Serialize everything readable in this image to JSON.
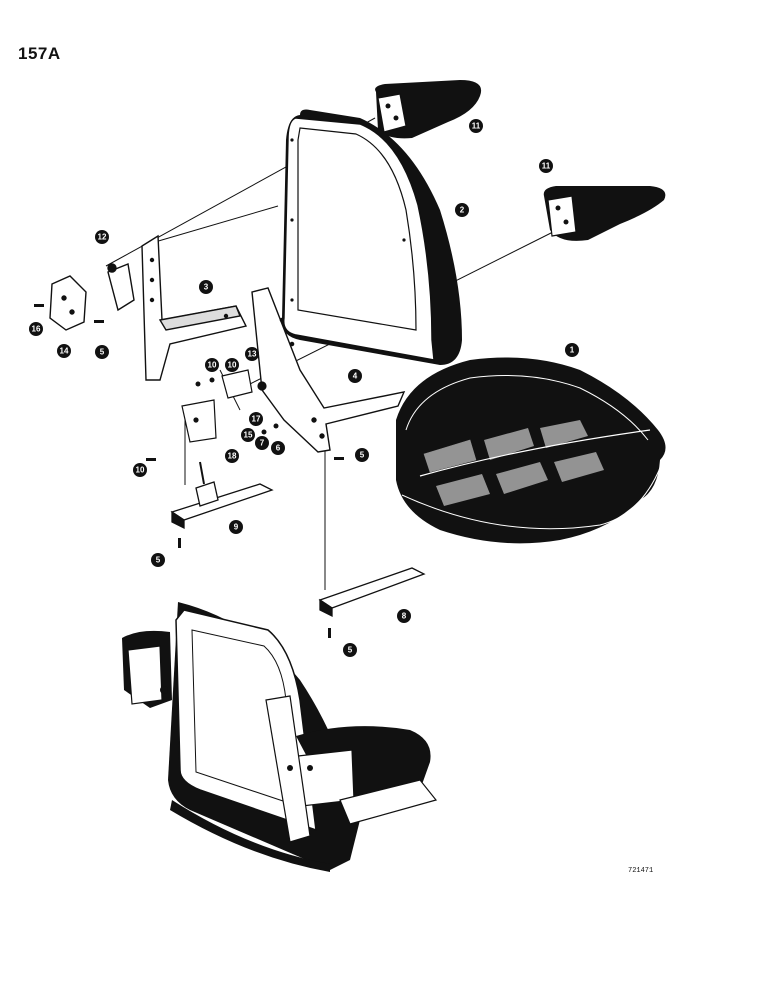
{
  "header": {
    "page_number": "157A"
  },
  "figure": {
    "figure_number": "721471"
  },
  "callouts": [
    {
      "label": "11"
    },
    {
      "label": "11"
    },
    {
      "label": "2"
    },
    {
      "label": "1"
    },
    {
      "label": "3"
    },
    {
      "label": "12"
    },
    {
      "label": "16"
    },
    {
      "label": "14"
    },
    {
      "label": "5"
    },
    {
      "label": "13"
    },
    {
      "label": "10"
    },
    {
      "label": "10"
    },
    {
      "label": "4"
    },
    {
      "label": "17"
    },
    {
      "label": "7"
    },
    {
      "label": "6"
    },
    {
      "label": "15"
    },
    {
      "label": "10"
    },
    {
      "label": "18"
    },
    {
      "label": "9"
    },
    {
      "label": "5"
    },
    {
      "label": "5"
    },
    {
      "label": "8"
    },
    {
      "label": "5"
    }
  ]
}
